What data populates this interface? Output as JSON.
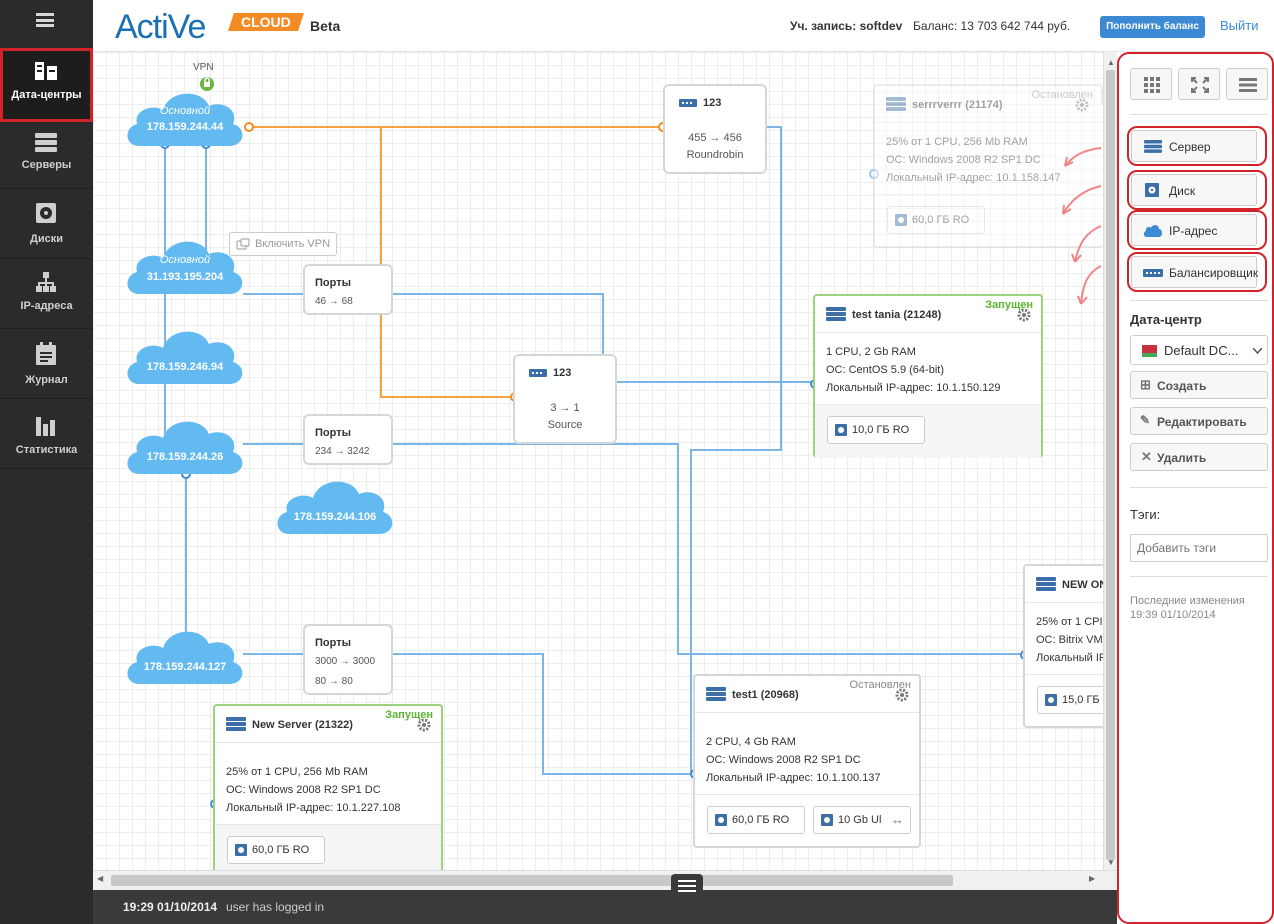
{
  "nav": {
    "items": [
      {
        "label": "Дата-центры",
        "icon": "datacenter-icon",
        "active": true
      },
      {
        "label": "Серверы",
        "icon": "servers-icon"
      },
      {
        "label": "Диски",
        "icon": "disk-icon"
      },
      {
        "label": "IP-адреса",
        "icon": "network-icon"
      },
      {
        "label": "Журнал",
        "icon": "journal-icon"
      },
      {
        "label": "Статистика",
        "icon": "stats-icon"
      }
    ]
  },
  "header": {
    "logo_main": "ActiVe",
    "logo_cloud": "CLOUD",
    "logo_beta": "Beta",
    "account_label": "Уч. запись:",
    "account_value": "softdev",
    "balance": "Баланс: 13 703 642 744 руб.",
    "topup": "Пополнить баланс",
    "logout": "Выйти"
  },
  "canvas": {
    "vpn_label": "VPN",
    "enable_vpn": "Включить VPN",
    "clouds": [
      {
        "sub": "Основной",
        "ip": "178.159.244.44"
      },
      {
        "sub": "Основной",
        "ip": "31.193.195.204"
      },
      {
        "ip": "178.159.246.94"
      },
      {
        "ip": "178.159.244.26"
      },
      {
        "ip": "178.159.244.106"
      },
      {
        "ip": "178.159.244.127"
      }
    ],
    "ports": [
      {
        "title": "Порты",
        "rows": [
          "46 → 68"
        ]
      },
      {
        "title": "Порты",
        "rows": [
          "234 → 3242"
        ]
      },
      {
        "title": "Порты",
        "rows": [
          "3000 → 3000",
          "80 → 80"
        ]
      }
    ],
    "balancers": [
      {
        "title": "123",
        "rule": "455 → 456",
        "mode": "Roundrobin"
      },
      {
        "title": "123",
        "rule": "3 → 1",
        "mode": "Source"
      }
    ],
    "servers": [
      {
        "name": "serrrverrr (21174)",
        "status": "Остановлен",
        "cpu": "25% от 1 CPU, 256 Mb RAM",
        "os": "ОС: Windows 2008 R2 SP1 DC",
        "ip": "Локальный IP-адрес: 10.1.158.147",
        "disks": [
          "60,0 ГБ RO"
        ]
      },
      {
        "name": "test tania (21248)",
        "status": "Запущен",
        "cpu": "1 CPU, 2 Gb RAM",
        "os": "ОС: CentOS 5.9 (64-bit)",
        "ip": "Локальный IP-адрес: 10.1.150.129",
        "disks": [
          "10,0 ГБ RO"
        ]
      },
      {
        "name": "NEW ON",
        "status": "",
        "cpu": "25% от 1 CPI",
        "os": "ОС: Bitrix VM",
        "ip": "Локальный IP",
        "disks": [
          "15,0 ГБ"
        ]
      },
      {
        "name": "test1 (20968)",
        "status": "Остановлен",
        "cpu": "2 CPU, 4 Gb RAM",
        "os": "ОС: Windows 2008 R2 SP1 DC",
        "ip": "Локальный IP-адрес: 10.1.100.137",
        "disks": [
          "60,0 ГБ RO",
          "10 Gb Ul"
        ]
      },
      {
        "name": "New Server (21322)",
        "status": "Запущен",
        "cpu": "25% от 1 CPU, 256 Mb RAM",
        "os": "ОС: Windows 2008 R2 SP1 DC",
        "ip": "Локальный IP-адрес: 10.1.227.108",
        "disks": [
          "60,0 ГБ RO"
        ]
      }
    ]
  },
  "panel": {
    "add_items": [
      "Сервер",
      "Диск",
      "IP-адрес",
      "Балансировщик"
    ],
    "datacenter_label": "Дата-центр",
    "datacenter_value": "Default DC...",
    "create": "Создать",
    "edit": "Редактировать",
    "delete": "Удалить",
    "tags_label": "Тэги:",
    "tags_placeholder": "Добавить тэги",
    "last_changes_label": "Последние изменения",
    "last_changes_value": "19:39 01/10/2014"
  },
  "footer": {
    "time": "19:29 01/10/2014",
    "message": "user has logged in"
  },
  "colors": {
    "accent": "#3c8ad3",
    "orange": "#f28b24",
    "running": "#5cb530",
    "highlight": "#d2232a"
  }
}
